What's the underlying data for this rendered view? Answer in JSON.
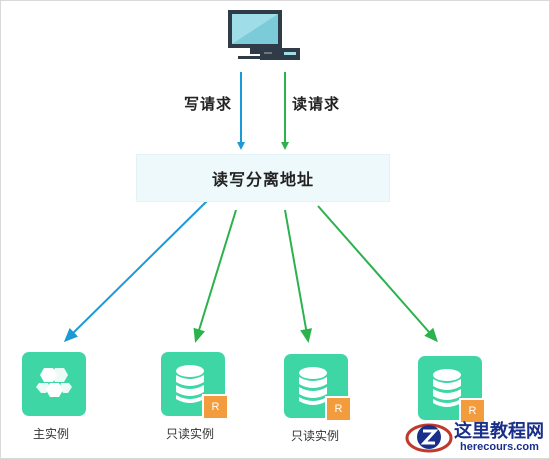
{
  "client": {
    "icon": "desktop-computer-icon"
  },
  "requests": {
    "write_label": "写请求",
    "read_label": "读请求",
    "write_color": "#1a9ad6",
    "read_color": "#2bb24c"
  },
  "proxy": {
    "label": "读写分离地址"
  },
  "instances": [
    {
      "label": "主实例",
      "icon": "master-instance-icon",
      "badge": ""
    },
    {
      "label": "只读实例",
      "icon": "database-icon",
      "badge": "R"
    },
    {
      "label": "只读实例",
      "icon": "database-icon",
      "badge": "R"
    },
    {
      "label": "",
      "icon": "database-icon",
      "badge": "R"
    }
  ],
  "colors": {
    "icon_bg": "#3fd6a6",
    "badge_bg": "#f39c3d",
    "proxy_bg": "#eef9fb"
  },
  "watermark": {
    "title": "这里教程网",
    "url": "herecours.com"
  }
}
